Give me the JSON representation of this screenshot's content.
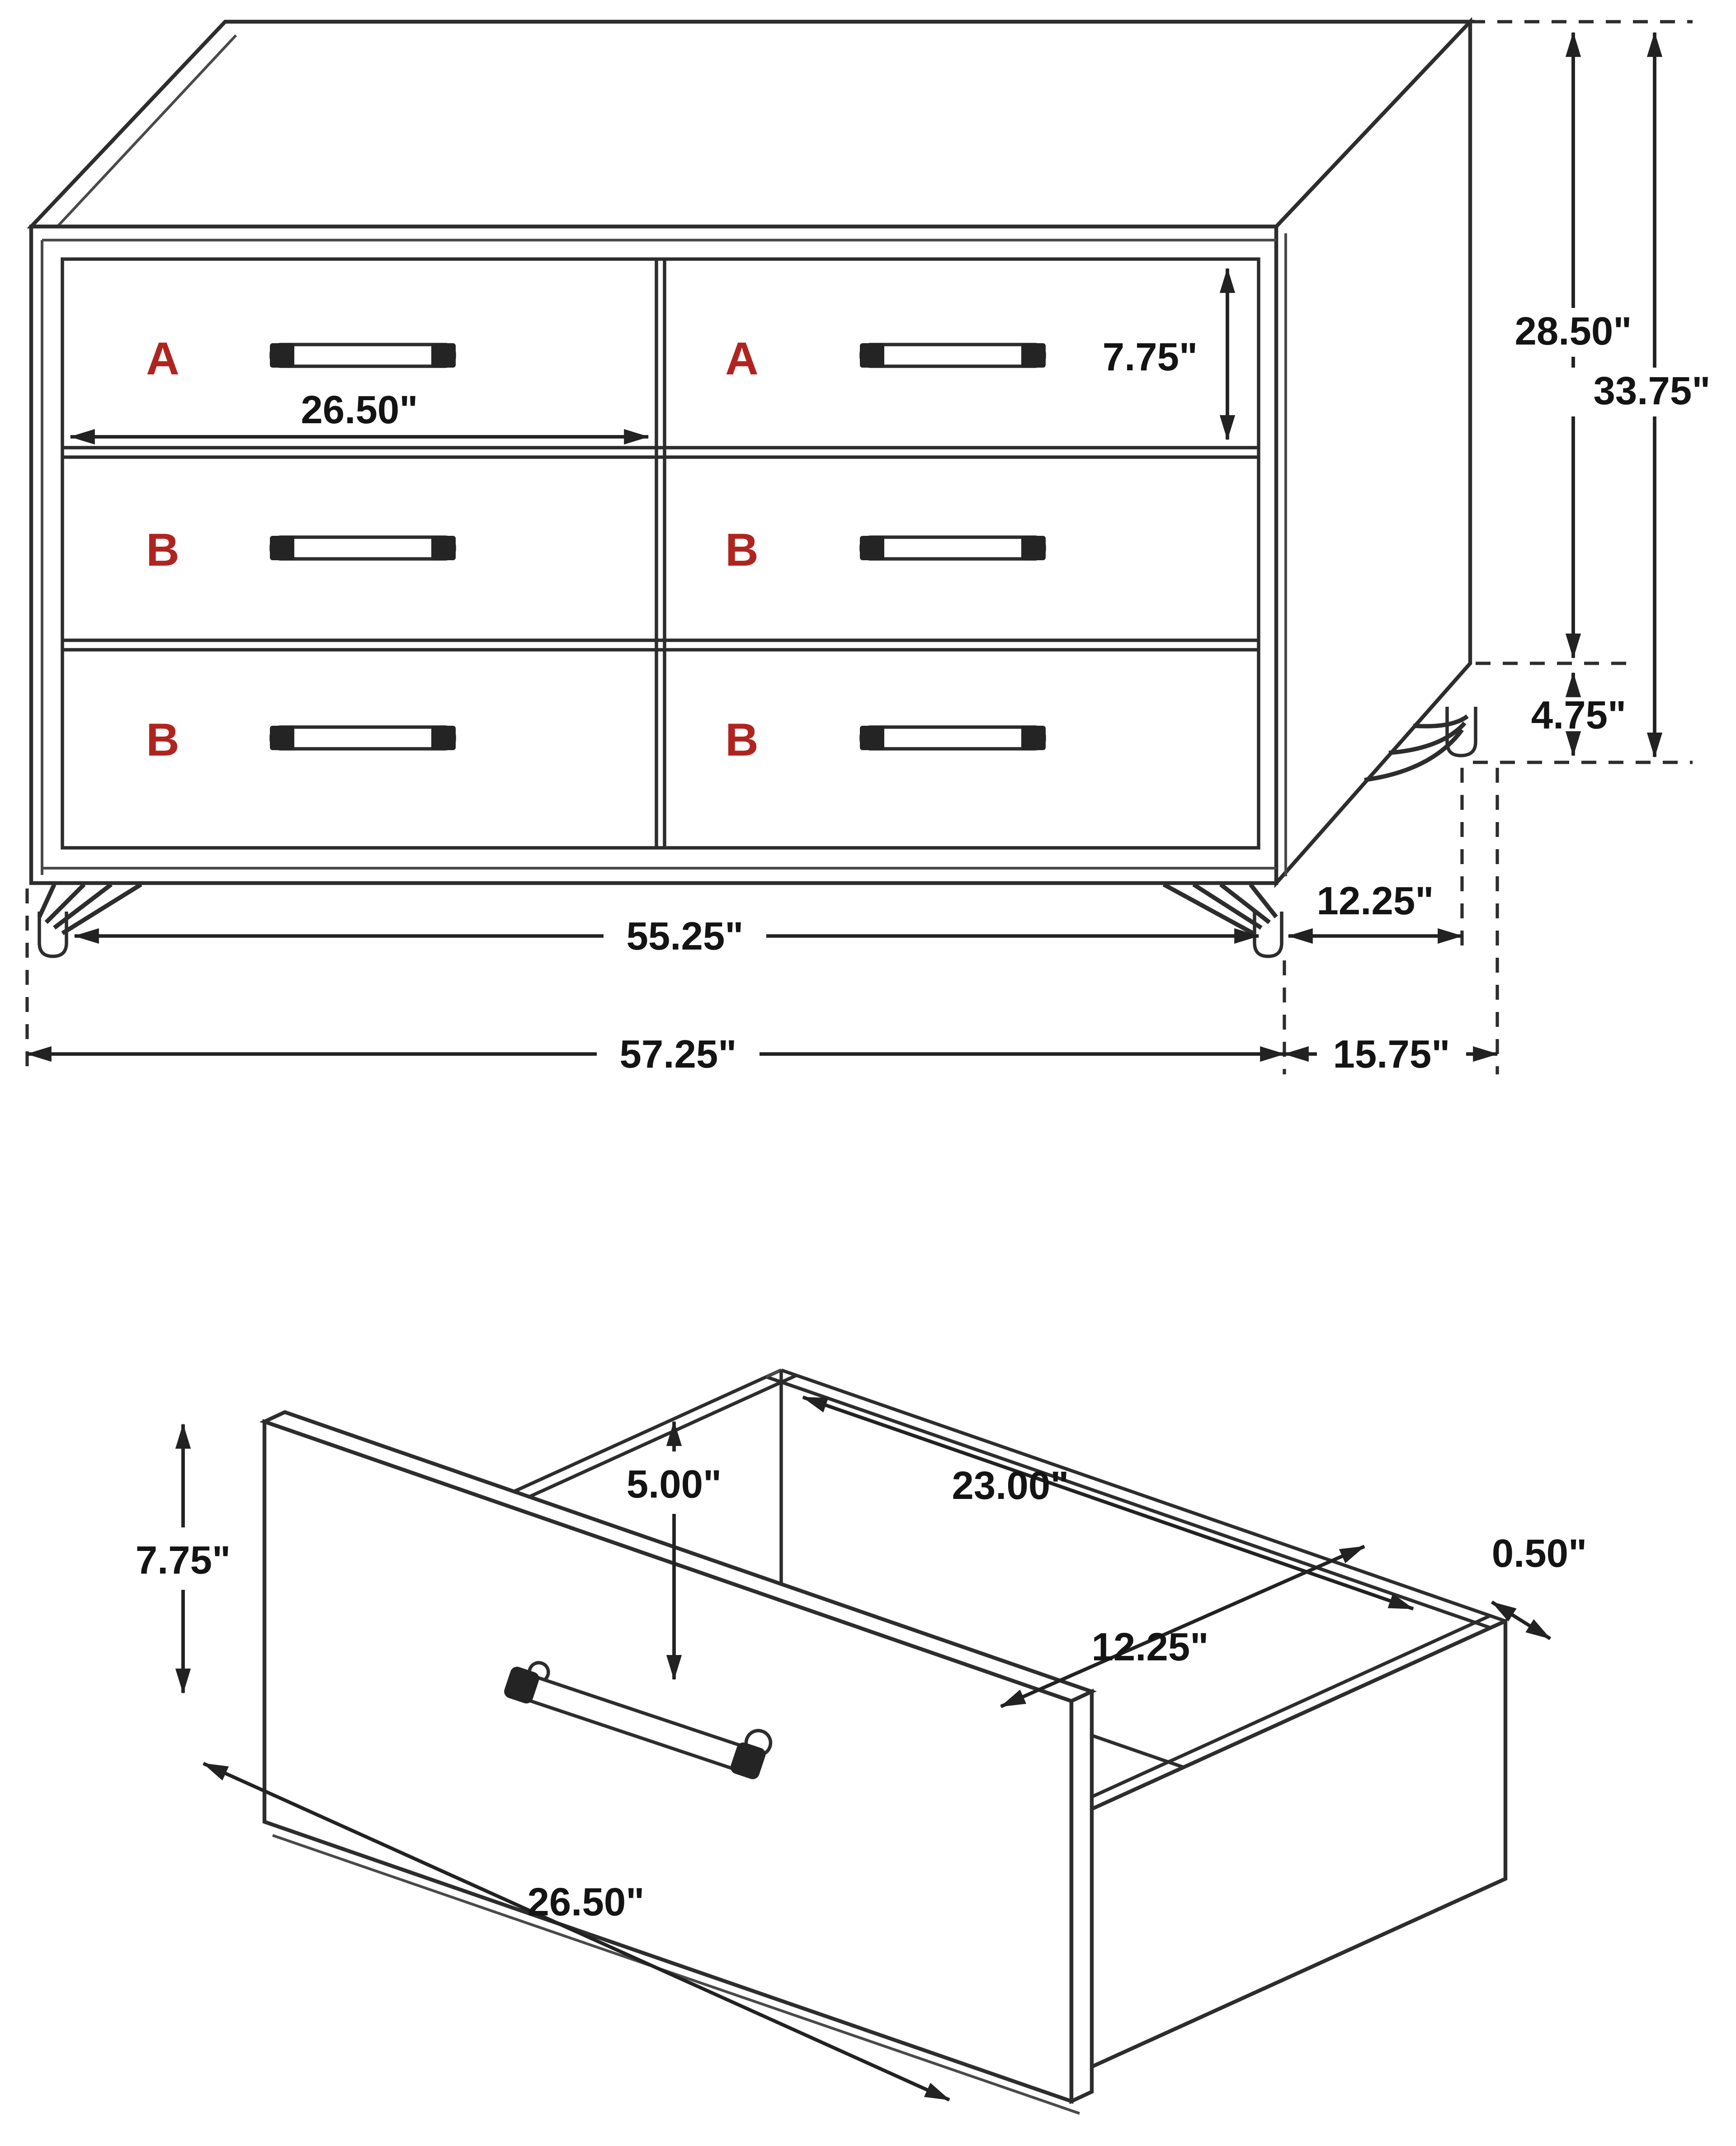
{
  "dresser": {
    "labels": {
      "a1": "A",
      "a2": "A",
      "b1": "B",
      "b2": "B",
      "b3": "B",
      "b4": "B"
    },
    "dims": {
      "drawer_width": "26.50\"",
      "drawer_front_height": "7.75\"",
      "case_height": "28.50\"",
      "overall_height": "33.75\"",
      "leg_height": "4.75\"",
      "feet_span_width": "55.25\"",
      "feet_span_depth": "12.25\"",
      "overall_width": "57.25\"",
      "overall_depth": "15.75\""
    }
  },
  "drawer_box": {
    "dims": {
      "front_height": "7.75\"",
      "interior_height": "5.00\"",
      "interior_width": "23.00\"",
      "panel_thickness": "0.50\"",
      "interior_depth": "12.25\"",
      "front_width": "26.50\""
    }
  },
  "colors": {
    "label_red": "#b02420",
    "line": "#2d2d2d",
    "background": "#ffffff"
  }
}
